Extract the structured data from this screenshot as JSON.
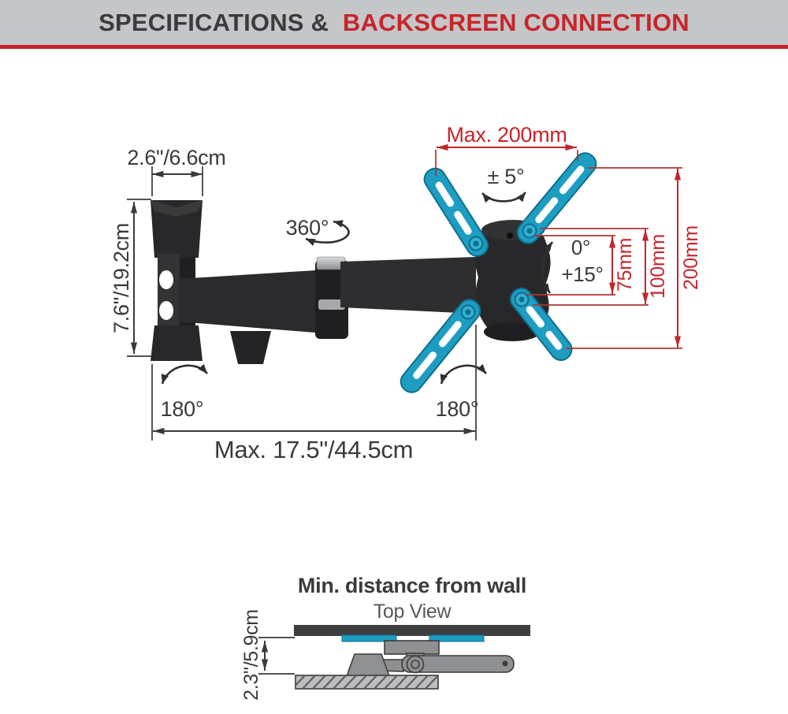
{
  "header": {
    "title_dark": "SPECIFICATIONS &",
    "title_red": "BACKSCREEN CONNECTION"
  },
  "mount_diagram": {
    "dims_black": {
      "plate_width": "2.6\"/6.6cm",
      "plate_height": "7.6\"/19.2cm",
      "arm_swivel": "360°",
      "wall_swivel": "180°",
      "screen_swivel": "180°",
      "max_extension": "Max. 17.5\"/44.5cm",
      "level_adjust": "± 5°",
      "tilt_zero": "0°",
      "tilt_down": "+15°"
    },
    "dims_red": {
      "vesa_max_width": "Max. 200mm",
      "vesa_75": "75mm",
      "vesa_100": "100mm",
      "vesa_200": "200mm"
    }
  },
  "wall_distance": {
    "title": "Min. distance from wall",
    "subtitle": "Top View",
    "distance": "2.3\"/5.9cm"
  },
  "colors": {
    "accent_red": "#c1272d",
    "header_bg": "#c5c6c8",
    "text_dark": "#3a3a3c",
    "text_gray": "#58585a",
    "arm_blue": "#1e9dc2",
    "mount_black": "#28282a",
    "mech_gray": "#8f9092"
  }
}
